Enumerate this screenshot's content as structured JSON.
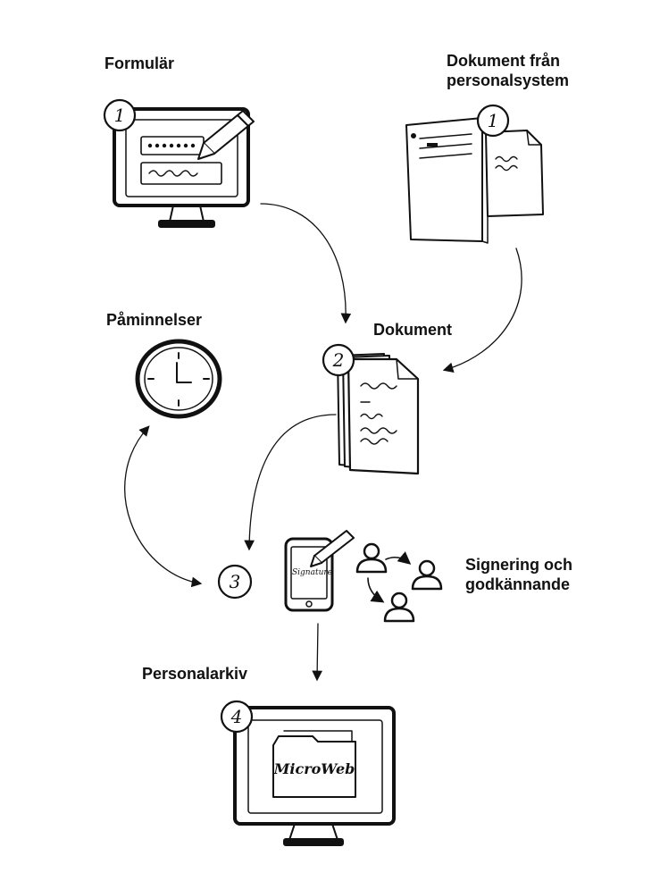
{
  "labels": {
    "formular": "Formulär",
    "dokument_fran": "Dokument från personalsystem",
    "paminnelser": "Påminnelser",
    "dokument": "Dokument",
    "signering": "Signering och godkännande",
    "personalarkiv": "Personalarkiv"
  },
  "steps": {
    "formular": "1",
    "personalsystem": "1",
    "dokument": "2",
    "signering": "3",
    "arkiv": "4"
  },
  "phone_signature": "Signature",
  "archive_logo": "MicroWeb",
  "icons": [
    "monitor-form-icon",
    "pencil-icon",
    "server-tower-icon",
    "document-icon",
    "clock-icon",
    "document-stack-icon",
    "smartphone-icon",
    "users-flow-icon",
    "monitor-archive-icon",
    "folder-icon"
  ]
}
